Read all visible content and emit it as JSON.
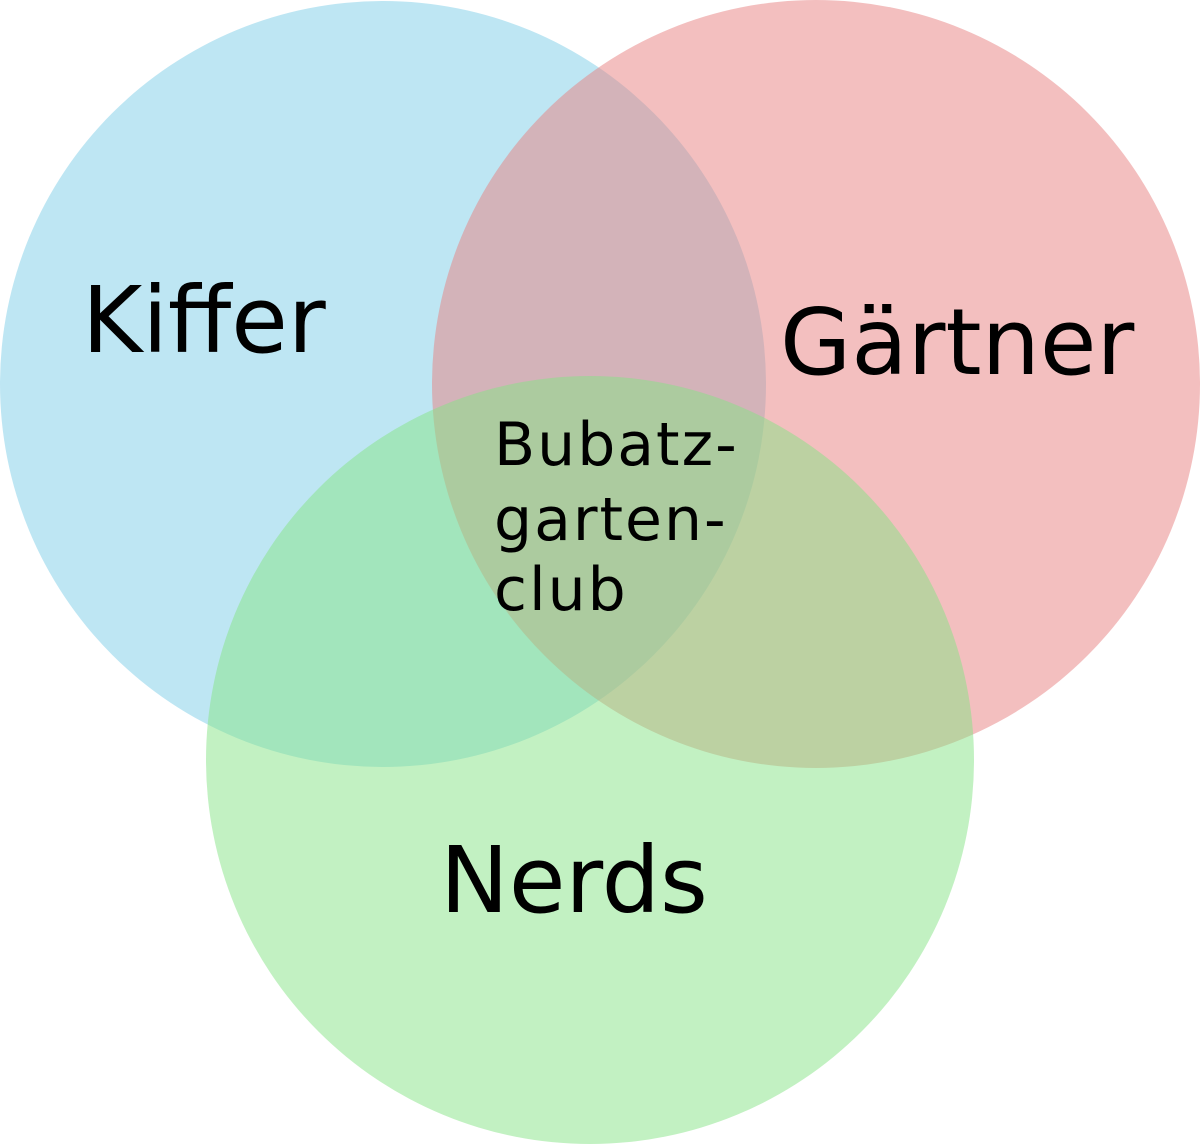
{
  "diagram": {
    "sets": [
      {
        "id": "kiffer",
        "label": "Kiffer",
        "color": "#7ecde8"
      },
      {
        "id": "gaertner",
        "label": "Gärtner",
        "color": "#e88080"
      },
      {
        "id": "nerds",
        "label": "Nerds",
        "color": "#86e386"
      }
    ],
    "intersection_all": {
      "lines": [
        "Bubatz-",
        "garten-",
        "club"
      ]
    }
  }
}
